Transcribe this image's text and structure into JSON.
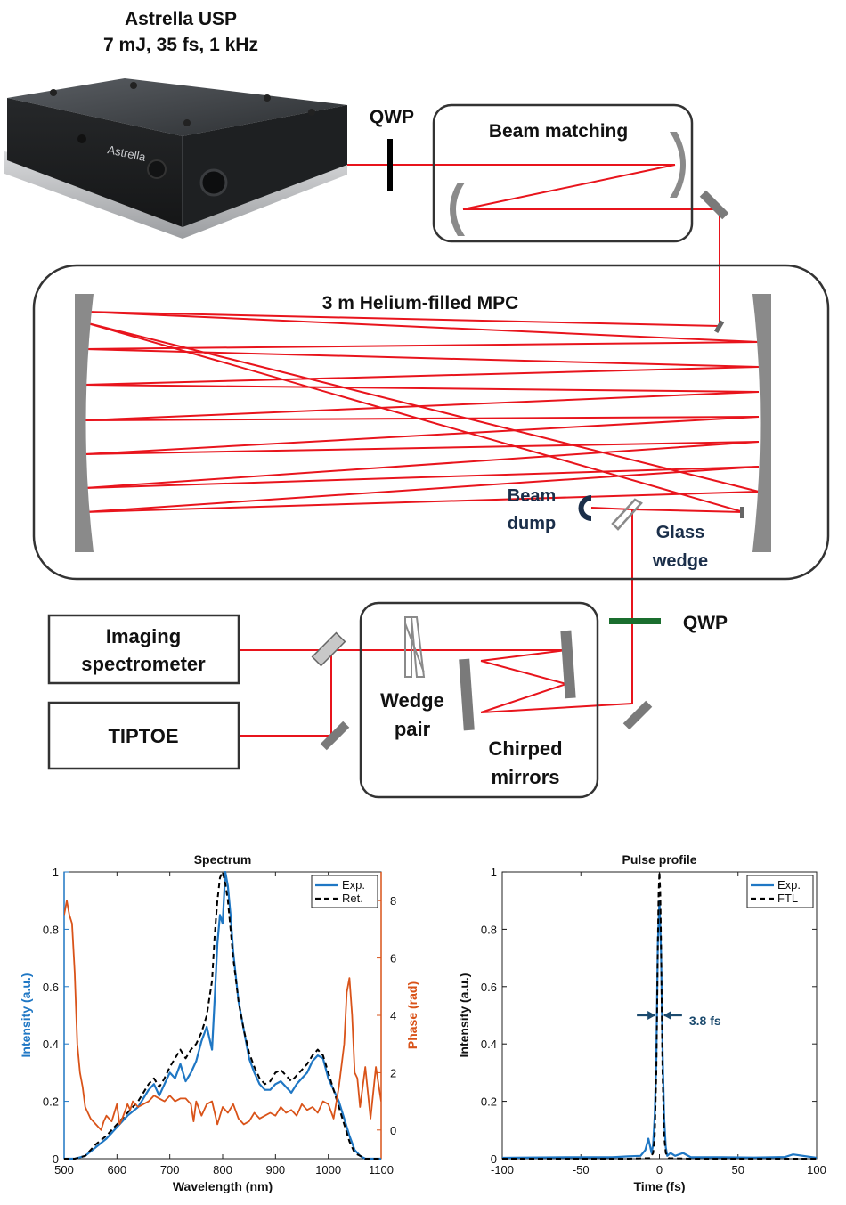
{
  "setup": {
    "laser": {
      "name": "Astrella USP",
      "specs": "7 mJ, 35 fs, 1 kHz",
      "brand_text": "Astrella"
    },
    "qwp_top": "QWP",
    "beam_matching": "Beam matching",
    "mpc": "3 m Helium-filled MPC",
    "beam_dump": [
      "Beam",
      "dump"
    ],
    "glass_wedge": [
      "Glass",
      "wedge"
    ],
    "qwp_bottom": "QWP",
    "imaging_spectrometer": [
      "Imaging",
      "spectrometer"
    ],
    "tiptoe": "TIPTOE",
    "wedge_pair": [
      "Wedge",
      "pair"
    ],
    "chirped_mirrors": [
      "Chirped",
      "mirrors"
    ],
    "colors": {
      "beam": "#e8141c",
      "mirror": "#8a8a8a",
      "qwp_top": "#000000",
      "qwp_bottom": "#1a6e2e",
      "annotation": "#1b2f4a"
    }
  },
  "chart_data": [
    {
      "type": "line",
      "title": "Spectrum",
      "xlabel": "Wavelength (nm)",
      "ylabel": "Intensity (a.u.)",
      "ylabel_right": "Phase (rad)",
      "xlim": [
        500,
        1100
      ],
      "ylim": [
        0,
        1
      ],
      "ylim_right": [
        -1,
        9
      ],
      "xticks": [
        "500",
        "600",
        "700",
        "800",
        "900",
        "1000",
        "1100"
      ],
      "yticks": [
        "0",
        "0.2",
        "0.4",
        "0.6",
        "0.8",
        "1"
      ],
      "yticks_right": [
        "0",
        "2",
        "4",
        "6",
        "8"
      ],
      "legend": [
        "Exp.",
        "Ret."
      ],
      "legend_position": "top-right",
      "colors": {
        "exp": "#1f77c4",
        "ret": "#000000",
        "phase": "#d95319"
      },
      "series": [
        {
          "name": "Exp.",
          "axis": "left",
          "x": [
            500,
            520,
            540,
            560,
            580,
            600,
            620,
            640,
            660,
            670,
            680,
            690,
            700,
            710,
            720,
            730,
            740,
            750,
            760,
            770,
            780,
            785,
            790,
            795,
            800,
            805,
            810,
            815,
            820,
            830,
            840,
            850,
            860,
            870,
            880,
            890,
            900,
            910,
            920,
            930,
            940,
            950,
            960,
            970,
            980,
            990,
            1000,
            1010,
            1020,
            1030,
            1040,
            1050,
            1060,
            1070,
            1080,
            1100
          ],
          "y": [
            0,
            0,
            0.01,
            0.04,
            0.07,
            0.11,
            0.15,
            0.18,
            0.24,
            0.26,
            0.22,
            0.26,
            0.3,
            0.28,
            0.33,
            0.27,
            0.3,
            0.34,
            0.41,
            0.46,
            0.38,
            0.56,
            0.75,
            0.85,
            0.82,
            1.0,
            0.95,
            0.85,
            0.72,
            0.55,
            0.45,
            0.35,
            0.3,
            0.26,
            0.24,
            0.24,
            0.26,
            0.27,
            0.25,
            0.23,
            0.26,
            0.28,
            0.3,
            0.34,
            0.36,
            0.35,
            0.28,
            0.24,
            0.2,
            0.14,
            0.08,
            0.03,
            0.01,
            0,
            0,
            0
          ]
        },
        {
          "name": "Ret.",
          "axis": "left",
          "x": [
            500,
            520,
            540,
            560,
            580,
            600,
            620,
            640,
            660,
            670,
            680,
            690,
            700,
            710,
            720,
            730,
            740,
            750,
            760,
            770,
            780,
            785,
            790,
            795,
            800,
            805,
            810,
            815,
            820,
            830,
            840,
            850,
            860,
            870,
            880,
            890,
            900,
            910,
            920,
            930,
            940,
            950,
            960,
            970,
            980,
            990,
            1000,
            1010,
            1020,
            1030,
            1040,
            1050,
            1060,
            1070,
            1080,
            1100
          ],
          "y": [
            0,
            0,
            0.01,
            0.05,
            0.08,
            0.12,
            0.16,
            0.2,
            0.26,
            0.28,
            0.25,
            0.28,
            0.32,
            0.35,
            0.38,
            0.35,
            0.38,
            0.4,
            0.44,
            0.5,
            0.62,
            0.78,
            0.9,
            0.98,
            1.0,
            0.96,
            0.9,
            0.8,
            0.7,
            0.55,
            0.45,
            0.37,
            0.32,
            0.28,
            0.26,
            0.27,
            0.3,
            0.31,
            0.29,
            0.27,
            0.29,
            0.31,
            0.33,
            0.36,
            0.38,
            0.36,
            0.3,
            0.24,
            0.18,
            0.12,
            0.06,
            0.02,
            0.01,
            0,
            0,
            0
          ]
        },
        {
          "name": "Phase",
          "axis": "right",
          "x": [
            500,
            505,
            510,
            515,
            520,
            525,
            530,
            535,
            540,
            550,
            560,
            570,
            575,
            580,
            590,
            600,
            605,
            610,
            620,
            625,
            630,
            640,
            650,
            660,
            670,
            680,
            690,
            700,
            710,
            720,
            730,
            740,
            745,
            750,
            760,
            770,
            780,
            790,
            800,
            810,
            820,
            830,
            840,
            850,
            860,
            870,
            880,
            890,
            900,
            910,
            920,
            930,
            940,
            950,
            960,
            970,
            980,
            990,
            1000,
            1010,
            1020,
            1030,
            1035,
            1040,
            1045,
            1050,
            1055,
            1060,
            1070,
            1080,
            1090,
            1100
          ],
          "y": [
            7.5,
            8.0,
            7.5,
            7.2,
            5.5,
            3.0,
            2.0,
            1.5,
            0.8,
            0.4,
            0.2,
            0.0,
            0.3,
            0.5,
            0.3,
            0.9,
            0.2,
            0.4,
            0.9,
            0.7,
            1.0,
            0.8,
            0.9,
            1.0,
            1.2,
            1.1,
            1.0,
            1.2,
            1.0,
            1.1,
            1.1,
            0.9,
            0.3,
            1.0,
            0.5,
            0.9,
            1.0,
            0.2,
            0.8,
            0.6,
            0.9,
            0.4,
            0.2,
            0.3,
            0.6,
            0.4,
            0.5,
            0.6,
            0.5,
            0.8,
            0.6,
            0.7,
            0.5,
            0.9,
            0.7,
            0.8,
            0.6,
            1.0,
            0.9,
            0.4,
            1.5,
            3.0,
            4.8,
            5.3,
            4.0,
            2.0,
            1.8,
            0.8,
            2.2,
            0.4,
            2.2,
            1.0
          ]
        }
      ]
    },
    {
      "type": "line",
      "title": "Pulse profile",
      "xlabel": "Time (fs)",
      "ylabel": "Intensity (a.u.)",
      "xlim": [
        -100,
        100
      ],
      "ylim": [
        0,
        1
      ],
      "xticks": [
        "-100",
        "-50",
        "0",
        "50",
        "100"
      ],
      "yticks": [
        "0",
        "0.2",
        "0.4",
        "0.6",
        "0.8",
        "1"
      ],
      "legend": [
        "Exp.",
        "FTL"
      ],
      "legend_position": "top-right",
      "annotation": "3.8 fs",
      "colors": {
        "exp": "#1f77c4",
        "ftl": "#000000",
        "annotation": "#1b4a6e"
      },
      "series": [
        {
          "name": "Exp.",
          "x": [
            -100,
            -60,
            -30,
            -20,
            -12,
            -9,
            -7,
            -5,
            -4,
            -3,
            -2,
            -1,
            0,
            1,
            2,
            3,
            4,
            5,
            7,
            10,
            15,
            20,
            40,
            60,
            80,
            85,
            100
          ],
          "y": [
            0.003,
            0.005,
            0.005,
            0.008,
            0.01,
            0.03,
            0.07,
            0.02,
            0.05,
            0.15,
            0.35,
            0.75,
            0.9,
            0.72,
            0.38,
            0.14,
            0.04,
            0.01,
            0.02,
            0.01,
            0.02,
            0.005,
            0.005,
            0.004,
            0.006,
            0.015,
            0.003
          ]
        },
        {
          "name": "FTL",
          "x": [
            -100,
            -20,
            -6,
            -4,
            -3,
            -2,
            -1.5,
            -1,
            -0.5,
            0,
            0.5,
            1,
            1.5,
            2,
            3,
            4,
            6,
            20,
            100
          ],
          "y": [
            0,
            0,
            0.002,
            0.02,
            0.08,
            0.3,
            0.52,
            0.75,
            0.93,
            1.0,
            0.93,
            0.75,
            0.52,
            0.3,
            0.08,
            0.02,
            0.002,
            0,
            0
          ]
        }
      ]
    }
  ]
}
